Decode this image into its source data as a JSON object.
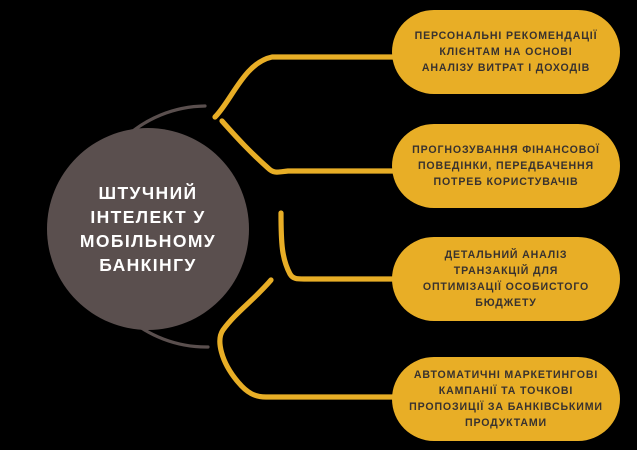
{
  "diagram": {
    "type": "radial-mindmap",
    "background_color": "#000000",
    "accent_color": "#E8AE26",
    "node_color": "#5A4F4E",
    "ring_color": "#5A4F4E",
    "box_text_color": "#38322F",
    "center_text_color": "#FFFFFF",
    "center": {
      "name": "central-node",
      "lines": [
        "ШТУЧНИЙ",
        "ІНТЕЛЕКТ У",
        "МОБІЛЬНОМУ",
        "БАНКІНГУ"
      ]
    },
    "branches": [
      {
        "id": "branch-1",
        "lines": [
          "ПЕРСОНАЛЬНІ РЕКОМЕНДАЦІЇ",
          "КЛІЄНТАМ НА ОСНОВІ",
          "АНАЛІЗУ ВИТРАТ І ДОХОДІВ"
        ]
      },
      {
        "id": "branch-2",
        "lines": [
          "ПРОГНОЗУВАННЯ ФІНАНСОВОЇ",
          "ПОВЕДІНКИ, ПЕРЕДБАЧЕННЯ",
          "ПОТРЕБ КОРИСТУВАЧІВ"
        ]
      },
      {
        "id": "branch-3",
        "lines": [
          "ДЕТАЛЬНИЙ АНАЛІЗ",
          "ТРАНЗАКЦІЙ ДЛЯ",
          "ОПТИМІЗАЦІЇ ОСОБИСТОГО",
          "БЮДЖЕТУ"
        ]
      },
      {
        "id": "branch-4",
        "lines": [
          "АВТОМАТИЧНІ МАРКЕТИНГОВІ",
          "КАМПАНІЇ ТА ТОЧКОВІ",
          "ПРОПОЗИЦІЇ ЗА БАНКІВСЬКИМИ",
          "ПРОДУКТАМИ"
        ]
      }
    ]
  }
}
